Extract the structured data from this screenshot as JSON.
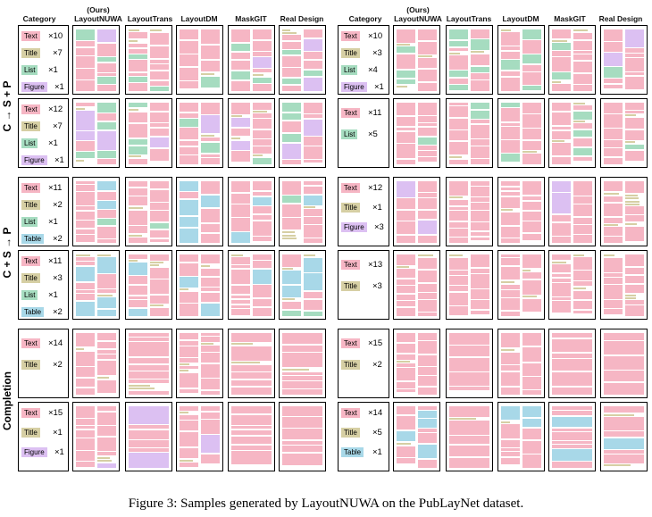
{
  "colors": {
    "Text": "#f6b6c4",
    "Title": "#d6cfa4",
    "List": "#a6dcc0",
    "Figure": "#dcc0f2",
    "Table": "#a8d8e8"
  },
  "headers": {
    "category": "Category",
    "ours": "(Ours)",
    "layoutnuwa": "LayoutNUWA",
    "layouttrans": "LayoutTrans",
    "layoutdm": "LayoutDM",
    "maskgit": "MaskGIT",
    "real": "Real Design"
  },
  "row_labels": {
    "csp": "C → S + P",
    "cs": "C + S → P",
    "completion": "Completion"
  },
  "caption": "Figure 3: Samples generated by LayoutNUWA on the PubLayNet dataset.",
  "left": [
    {
      "cats": [
        {
          "name": "Text",
          "count": "×10"
        },
        {
          "name": "Title",
          "count": "×7"
        },
        {
          "name": "List",
          "count": "×1"
        },
        {
          "name": "Figure",
          "count": "×1"
        }
      ]
    },
    {
      "cats": [
        {
          "name": "Text",
          "count": "×12"
        },
        {
          "name": "Title",
          "count": "×7"
        },
        {
          "name": "List",
          "count": "×1"
        },
        {
          "name": "Figure",
          "count": "×1"
        }
      ]
    },
    {
      "cats": [
        {
          "name": "Text",
          "count": "×11"
        },
        {
          "name": "Title",
          "count": "×2"
        },
        {
          "name": "List",
          "count": "×1"
        },
        {
          "name": "Table",
          "count": "×2"
        }
      ]
    },
    {
      "cats": [
        {
          "name": "Text",
          "count": "×11"
        },
        {
          "name": "Title",
          "count": "×3"
        },
        {
          "name": "List",
          "count": "×1"
        },
        {
          "name": "Table",
          "count": "×2"
        }
      ]
    },
    {
      "cats": [
        {
          "name": "Text",
          "count": "×14"
        },
        {
          "name": "Title",
          "count": "×2"
        }
      ]
    },
    {
      "cats": [
        {
          "name": "Text",
          "count": "×15"
        },
        {
          "name": "Title",
          "count": "×1"
        },
        {
          "name": "Figure",
          "count": "×1"
        }
      ]
    }
  ],
  "right": [
    {
      "cats": [
        {
          "name": "Text",
          "count": "×10"
        },
        {
          "name": "Title",
          "count": "×3"
        },
        {
          "name": "List",
          "count": "×4"
        },
        {
          "name": "Figure",
          "count": "×1"
        }
      ]
    },
    {
      "cats": [
        {
          "name": "Text",
          "count": "×11"
        },
        {
          "name": "List",
          "count": "×5"
        }
      ]
    },
    {
      "cats": [
        {
          "name": "Text",
          "count": "×12"
        },
        {
          "name": "Title",
          "count": "×1"
        },
        {
          "name": "Figure",
          "count": "×3"
        }
      ]
    },
    {
      "cats": [
        {
          "name": "Text",
          "count": "×13"
        },
        {
          "name": "Title",
          "count": "×3"
        }
      ]
    },
    {
      "cats": [
        {
          "name": "Text",
          "count": "×15"
        },
        {
          "name": "Title",
          "count": "×2"
        }
      ]
    },
    {
      "cats": [
        {
          "name": "Text",
          "count": "×14"
        },
        {
          "name": "Title",
          "count": "×5"
        },
        {
          "name": "Table",
          "count": "×1"
        }
      ]
    }
  ]
}
